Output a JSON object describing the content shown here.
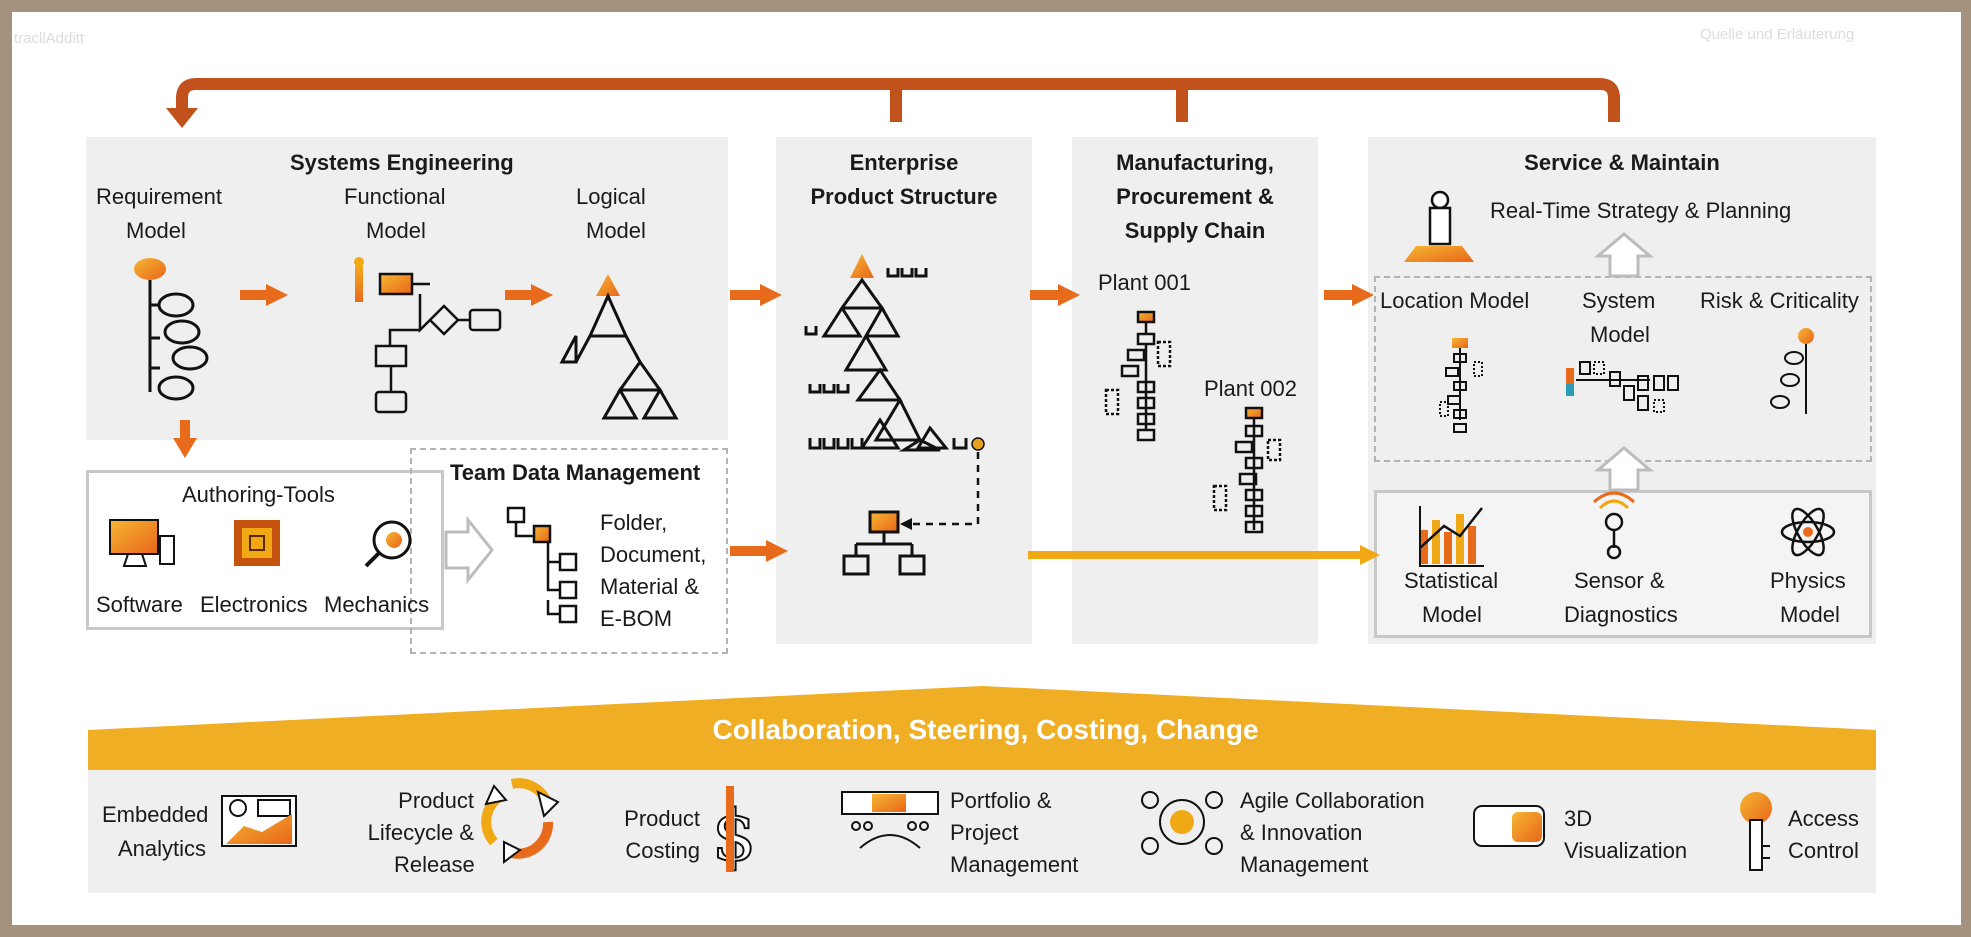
{
  "colors": {
    "orange": "#e86b1b",
    "amber": "#f0a814",
    "arrow_brown": "#c2521b",
    "panel": "#efefef",
    "banner": "#efae23"
  },
  "systems_engineering": {
    "title": "Systems Engineering",
    "requirement_model": [
      "Requirement",
      "Model"
    ],
    "functional_model": [
      "Functional",
      "Model"
    ],
    "logical_model": [
      "Logical",
      "Model"
    ]
  },
  "enterprise": {
    "title": [
      "Enterprise",
      "Product Structure"
    ]
  },
  "manufacturing": {
    "title": [
      "Manufacturing,",
      "Procurement &",
      "Supply Chain"
    ],
    "plant1": "Plant 001",
    "plant2": "Plant 002"
  },
  "service": {
    "title": "Service & Maintain",
    "rts": "Real-Time Strategy & Planning",
    "location_model": "Location Model",
    "system_model": [
      "System",
      "Model"
    ],
    "risk": "Risk & Criticality",
    "statistical": [
      "Statistical",
      "Model"
    ],
    "sensor": [
      "Sensor &",
      "Diagnostics"
    ],
    "physics": [
      "Physics",
      "Model"
    ]
  },
  "authoring": {
    "title": "Authoring-Tools",
    "software": "Software",
    "electronics": "Electronics",
    "mechanics": "Mechanics"
  },
  "tdm": {
    "title": "Team Data Management",
    "desc": [
      "Folder,",
      "Document,",
      "Material &",
      "E-BOM"
    ]
  },
  "banner": {
    "text": "Collaboration, Steering, Costing, Change"
  },
  "bottom": {
    "embedded": [
      "Embedded",
      "Analytics"
    ],
    "plm": [
      "Product",
      "Lifecycle &",
      "Release"
    ],
    "costing": [
      "Product",
      "Costing"
    ],
    "portfolio": [
      "Portfolio &",
      "Project",
      "Management"
    ],
    "agile": [
      "Agile Collaboration",
      "& Innovation",
      "Management"
    ],
    "viz": [
      "3D",
      "Visualization"
    ],
    "access": [
      "Access",
      "Control"
    ]
  }
}
